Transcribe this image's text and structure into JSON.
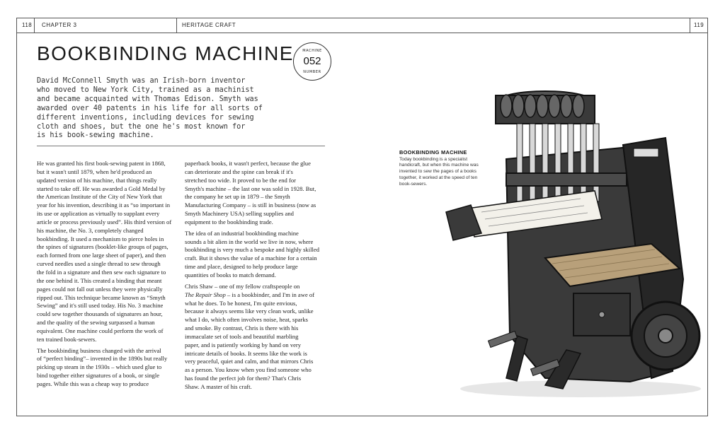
{
  "header": {
    "page_left": "118",
    "chapter": "CHAPTER 3",
    "section": "HERITAGE CRAFT",
    "page_right": "119"
  },
  "title": "BOOKBINDING MACHINE",
  "badge": {
    "top": "MACHINE",
    "number": "052",
    "bottom": "NUMBER"
  },
  "intro_lines": [
    "David McConnell Smyth was an Irish-born inventor",
    "who moved to New York City, trained as a machinist",
    "and became acquainted with Thomas Edison. Smyth was",
    "awarded over 40 patents in his life for all sorts of",
    "different inventions, including devices for sewing",
    "cloth and shoes, but the one he's most known for",
    "is his book-sewing machine."
  ],
  "column1_lines": [
    "He was granted his first book-sewing patent in 1868,",
    "but it wasn't until 1879, when he'd produced an",
    "updated version of his machine, that things really",
    "started to take off. He was awarded a Gold Medal by",
    "the American Institute of the City of New York that",
    "year for his invention, describing it as “so important in",
    "its use or application as virtually to supplant every",
    "article or process previously used”. His third version of",
    "his machine, the No. 3, completely changed",
    "bookbinding. It used a mechanism to pierce holes in",
    "the spines of signatures (booklet-like groups of pages,",
    "each formed from one large sheet of paper), and then",
    "curved needles used a single thread to sew through",
    "the fold in a signature and then sew each signature to",
    "the one behind it. This created a binding that meant",
    "pages could not fall out unless they were physically",
    "ripped out. This technique became known as “Smyth",
    "Sewing” and it's still used today. His No. 3 machine",
    "could sew together thousands of signatures an hour,",
    "and the quality of the sewing surpassed a human",
    "equivalent. One machine could perform the work of",
    "ten trained book-sewers.",
    "",
    "   The bookbinding business changed with the arrival",
    "of “perfect binding”– invented in the 1890s but really",
    "picking up steam in the 1930s – which used glue to",
    "bind together either signatures of a book, or single",
    "pages. While this was a cheap way to produce"
  ],
  "column2_lines": [
    "paperback books, it wasn't perfect, because the glue",
    "can deteriorate and the spine can break if it's",
    "stretched too wide. It proved to be the end for",
    "Smyth's machine – the last one was sold in 1928. But,",
    "the company he set up in 1879 – the Smyth",
    "Manufacturing Company – is still in business (now as",
    "Smyth Machinery USA) selling supplies and",
    "equipment to the bookbinding trade.",
    "",
    "   The idea of an industrial bookbinding machine",
    "sounds a bit alien in the world we live in now, where",
    "bookbinding is very much a bespoke and highly skilled",
    "craft. But it shows the value of a machine for a certain",
    "time and place, designed to help produce large",
    "quantities of books to match demand.",
    "",
    "   Chris Shaw – one of my fellow craftspeople on",
    "The Repair Shop – is a bookbinder, and I'm in awe of",
    "what he does. To be honest, I'm quite envious,",
    "because it always seems like very clean work, unlike",
    "what I do, which often involves noise, heat, sparks",
    "and smoke. By contrast, Chris is there with his",
    "immaculate set of tools and beautiful marbling",
    "paper, and is patiently working by hand on very",
    "intricate details of books. It seems like the work is",
    "very peaceful, quiet and calm, and that mirrors Chris",
    "as a person. You know when you find someone who",
    "has found the perfect job for them? That's Chris",
    "Shaw. A master of his craft."
  ],
  "caption": {
    "title": "BOOKBINDING MACHINE",
    "lines": [
      "Today bookbinding is a specialist",
      "handicraft, but when this machine was",
      "invented to sew the pages of a books",
      "together, it worked at the speed of ten",
      "book-sewers."
    ]
  },
  "colors": {
    "ink": "#222222",
    "rule": "#555555",
    "paper": "#ffffff",
    "machine_dark": "#2f2f2f",
    "wood": "#b8a07a"
  }
}
